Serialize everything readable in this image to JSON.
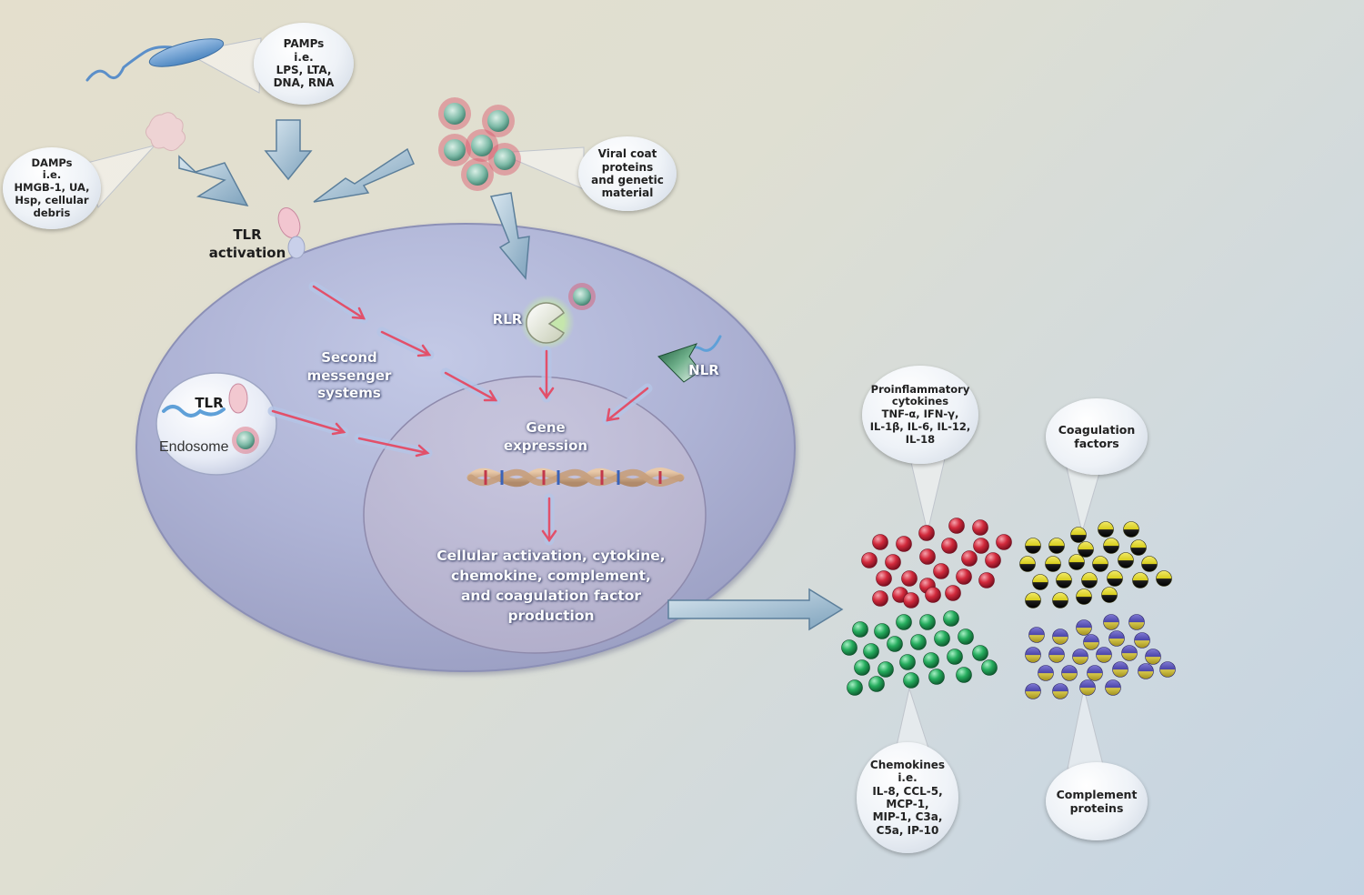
{
  "labels": {
    "pamps": [
      "PAMPs",
      "i.e.",
      "LPS, LTA,",
      "DNA, RNA"
    ],
    "damps": [
      "DAMPs",
      "i.e.",
      "HMGB-1, UA,",
      "Hsp, cellular",
      "debris"
    ],
    "viral": [
      "Viral coat",
      "proteins",
      "and genetic",
      "material"
    ],
    "tlr_activation": [
      "TLR",
      "activation"
    ],
    "rlr": "RLR",
    "nlr": "NLR",
    "second_messenger": [
      "Second",
      "messenger",
      "systems"
    ],
    "endosome_tlr": "TLR",
    "endosome": "Endosome",
    "gene_expression": [
      "Gene",
      "expression"
    ],
    "production": [
      "Cellular activation, cytokine,",
      "chemokine, complement,",
      "and coagulation factor",
      "production"
    ],
    "proinflammatory": [
      "Proinflammatory",
      "cytokines",
      "TNF-α, IFN-γ,",
      "IL-1β, IL-6, IL-12,",
      "IL-18"
    ],
    "coagulation": [
      "Coagulation",
      "factors"
    ],
    "chemokines": [
      "Chemokines",
      "i.e.",
      "IL-8, CCL-5,",
      "MCP-1,",
      "MIP-1, C3a,",
      "C5a, IP-10"
    ],
    "complement": [
      "Complement",
      "proteins"
    ]
  },
  "colors": {
    "cytokine_particles": "#d22a3c",
    "coagulation_particles": "#d7cd1c",
    "chemokine_particles": "#26ad5e",
    "complement_particles": "#4b45a8",
    "cell": "#a9aed4",
    "signal_arrow": "#e2506a"
  }
}
